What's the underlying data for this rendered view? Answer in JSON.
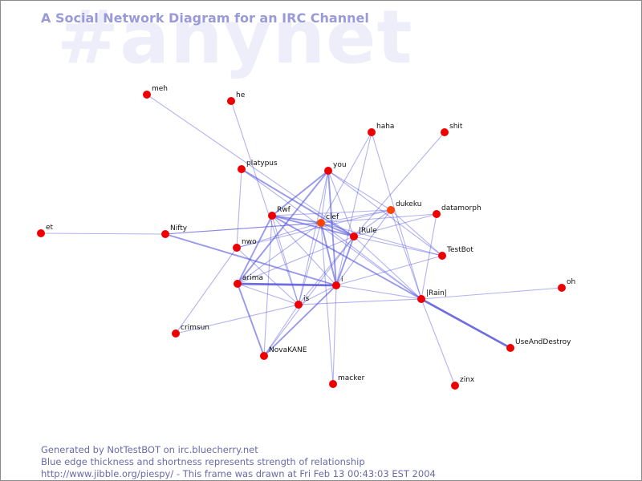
{
  "watermark": "#anynet",
  "title": "A Social Network Diagram for an IRC Channel",
  "footer": {
    "line1": "Generated by NotTestBOT on irc.bluecherry.net",
    "line2": "Blue edge thickness and shortness represents strength of relationship",
    "line3": "http://www.jibble.org/piespy/ - This frame was drawn at Fri Feb 13 00:43:03 EST 2004"
  },
  "colors": {
    "node": "#ee0000",
    "node_highlight": "#ff4400",
    "edge": "#5555dd",
    "title": "#9a9ad8",
    "watermark": "#eeeefb",
    "footer": "#6a6aa8"
  },
  "nodes": [
    {
      "id": "meh",
      "label": "meh"
    },
    {
      "id": "he",
      "label": "he"
    },
    {
      "id": "haha",
      "label": "haha"
    },
    {
      "id": "shit",
      "label": "shit"
    },
    {
      "id": "platypus",
      "label": "platypus"
    },
    {
      "id": "you",
      "label": "you"
    },
    {
      "id": "dukeku",
      "label": "dukeku",
      "highlight": true
    },
    {
      "id": "datamorph",
      "label": "datamorph"
    },
    {
      "id": "Rwf",
      "label": "Rwf"
    },
    {
      "id": "clef",
      "label": "clef",
      "highlight": true
    },
    {
      "id": "et",
      "label": "et"
    },
    {
      "id": "Nifty",
      "label": "Nifty"
    },
    {
      "id": "IRule",
      "label": "|Rule"
    },
    {
      "id": "nwo",
      "label": "nwo"
    },
    {
      "id": "TestBot",
      "label": "TestBot"
    },
    {
      "id": "arima",
      "label": "arima"
    },
    {
      "id": "i",
      "label": "i"
    },
    {
      "id": "oh",
      "label": "oh"
    },
    {
      "id": "Rain",
      "label": "|Rain|"
    },
    {
      "id": "is",
      "label": "is"
    },
    {
      "id": "crimsun",
      "label": "crimsun"
    },
    {
      "id": "UseAndDestroy",
      "label": "UseAndDestroy"
    },
    {
      "id": "NovaKANE",
      "label": "NovaKANE"
    },
    {
      "id": "macker",
      "label": "macker"
    },
    {
      "id": "zinx",
      "label": "zinx"
    }
  ],
  "edges": [
    {
      "from": "meh",
      "to": "IRule",
      "strength": 1
    },
    {
      "from": "he",
      "to": "is",
      "strength": 1
    },
    {
      "from": "platypus",
      "to": "IRule",
      "strength": 2
    },
    {
      "from": "platypus",
      "to": "nwo",
      "strength": 1
    },
    {
      "from": "platypus",
      "to": "Rain",
      "strength": 1
    },
    {
      "from": "haha",
      "to": "Rain",
      "strength": 1
    },
    {
      "from": "haha",
      "to": "clef",
      "strength": 1
    },
    {
      "from": "haha",
      "to": "i",
      "strength": 1
    },
    {
      "from": "shit",
      "to": "IRule",
      "strength": 1
    },
    {
      "from": "you",
      "to": "Rwf",
      "strength": 2
    },
    {
      "from": "you",
      "to": "clef",
      "strength": 1
    },
    {
      "from": "you",
      "to": "IRule",
      "strength": 1
    },
    {
      "from": "you",
      "to": "i",
      "strength": 2
    },
    {
      "from": "you",
      "to": "dukeku",
      "strength": 1
    },
    {
      "from": "you",
      "to": "TestBot",
      "strength": 1
    },
    {
      "from": "you",
      "to": "arima",
      "strength": 2
    },
    {
      "from": "you",
      "to": "is",
      "strength": 1
    },
    {
      "from": "dukeku",
      "to": "clef",
      "strength": 1
    },
    {
      "from": "dukeku",
      "to": "Rwf",
      "strength": 1
    },
    {
      "from": "dukeku",
      "to": "IRule",
      "strength": 1
    },
    {
      "from": "dukeku",
      "to": "Rain",
      "strength": 1
    },
    {
      "from": "dukeku",
      "to": "i",
      "strength": 1
    },
    {
      "from": "dukeku",
      "to": "TestBot",
      "strength": 1
    },
    {
      "from": "dukeku",
      "to": "nwo",
      "strength": 1
    },
    {
      "from": "datamorph",
      "to": "clef",
      "strength": 1
    },
    {
      "from": "datamorph",
      "to": "IRule",
      "strength": 1
    },
    {
      "from": "datamorph",
      "to": "Rain",
      "strength": 1
    },
    {
      "from": "Rwf",
      "to": "clef",
      "strength": 2
    },
    {
      "from": "Rwf",
      "to": "IRule",
      "strength": 2
    },
    {
      "from": "Rwf",
      "to": "Rain",
      "strength": 2
    },
    {
      "from": "Rwf",
      "to": "arima",
      "strength": 2
    },
    {
      "from": "Rwf",
      "to": "is",
      "strength": 1
    },
    {
      "from": "Rwf",
      "to": "i",
      "strength": 1
    },
    {
      "from": "Rwf",
      "to": "NovaKANE",
      "strength": 1
    },
    {
      "from": "clef",
      "to": "IRule",
      "strength": 2
    },
    {
      "from": "clef",
      "to": "i",
      "strength": 2
    },
    {
      "from": "clef",
      "to": "arima",
      "strength": 1
    },
    {
      "from": "clef",
      "to": "nwo",
      "strength": 1
    },
    {
      "from": "clef",
      "to": "Nifty",
      "strength": 1
    },
    {
      "from": "clef",
      "to": "is",
      "strength": 1
    },
    {
      "from": "clef",
      "to": "Rain",
      "strength": 1
    },
    {
      "from": "clef",
      "to": "TestBot",
      "strength": 1
    },
    {
      "from": "clef",
      "to": "macker",
      "strength": 1
    },
    {
      "from": "et",
      "to": "Nifty",
      "strength": 1
    },
    {
      "from": "Nifty",
      "to": "i",
      "strength": 2
    },
    {
      "from": "Nifty",
      "to": "clef",
      "strength": 1
    },
    {
      "from": "IRule",
      "to": "i",
      "strength": 2
    },
    {
      "from": "IRule",
      "to": "is",
      "strength": 1
    },
    {
      "from": "IRule",
      "to": "arima",
      "strength": 1
    },
    {
      "from": "IRule",
      "to": "Rain",
      "strength": 1
    },
    {
      "from": "IRule",
      "to": "TestBot",
      "strength": 1
    },
    {
      "from": "IRule",
      "to": "NovaKANE",
      "strength": 1
    },
    {
      "from": "nwo",
      "to": "crimsun",
      "strength": 1
    },
    {
      "from": "nwo",
      "to": "is",
      "strength": 1
    },
    {
      "from": "arima",
      "to": "i",
      "strength": 3
    },
    {
      "from": "arima",
      "to": "is",
      "strength": 1
    },
    {
      "from": "arima",
      "to": "NovaKANE",
      "strength": 2
    },
    {
      "from": "i",
      "to": "is",
      "strength": 1
    },
    {
      "from": "i",
      "to": "NovaKANE",
      "strength": 2
    },
    {
      "from": "i",
      "to": "Rain",
      "strength": 1
    },
    {
      "from": "i",
      "to": "TestBot",
      "strength": 1
    },
    {
      "from": "i",
      "to": "macker",
      "strength": 1
    },
    {
      "from": "is",
      "to": "crimsun",
      "strength": 1
    },
    {
      "from": "is",
      "to": "Rain",
      "strength": 1
    },
    {
      "from": "is",
      "to": "NovaKANE",
      "strength": 1
    },
    {
      "from": "Rain",
      "to": "UseAndDestroy",
      "strength": 3
    },
    {
      "from": "Rain",
      "to": "oh",
      "strength": 1
    },
    {
      "from": "Rain",
      "to": "zinx",
      "strength": 1
    }
  ]
}
